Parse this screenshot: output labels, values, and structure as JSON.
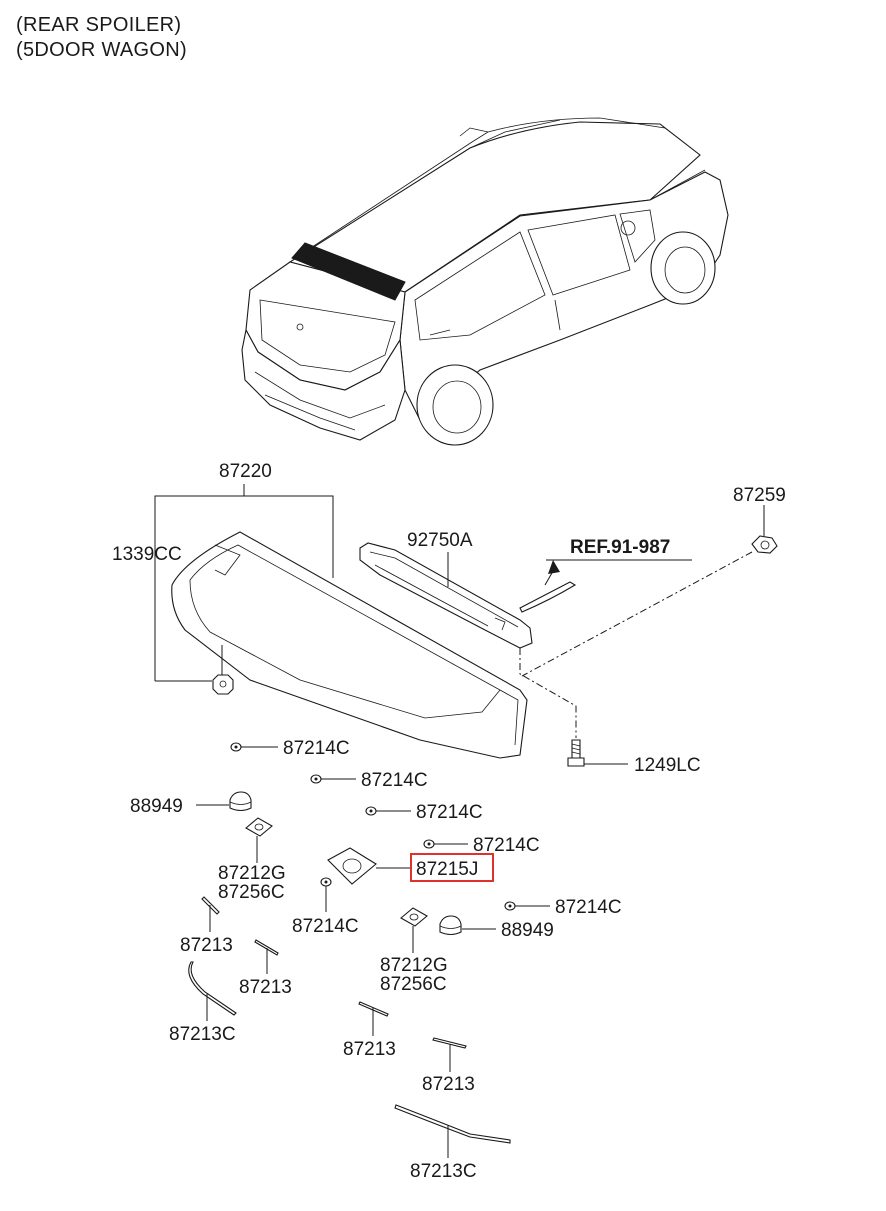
{
  "header": {
    "line1": "(REAR SPOILER)",
    "line2": "(5DOOR WAGON)"
  },
  "reference": "REF.91-987",
  "highlight_color": "#e0322c",
  "labels": {
    "p87220": "87220",
    "p1339CC": "1339CC",
    "p92750A": "92750A",
    "p87259": "87259",
    "p1249LC": "1249LC",
    "p87214C_a": "87214C",
    "p87214C_b": "87214C",
    "p87214C_c": "87214C",
    "p87214C_d": "87214C",
    "p87214C_e": "87214C",
    "p87214C_f": "87214C",
    "p88949_a": "88949",
    "p88949_b": "88949",
    "p87212G_a": "87212G",
    "p87256C_a": "87256C",
    "p87212G_b": "87212G",
    "p87256C_b": "87256C",
    "p87215J": "87215J",
    "p87213_a": "87213",
    "p87213_b": "87213",
    "p87213_c": "87213",
    "p87213_d": "87213",
    "p87213C_a": "87213C",
    "p87213C_b": "87213C"
  }
}
